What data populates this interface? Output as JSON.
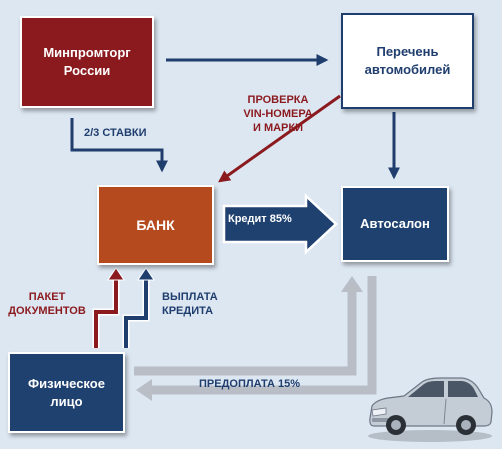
{
  "nodes": {
    "minpromtorg": [
      "Минпромторг",
      "России"
    ],
    "perechen": [
      "Перечень",
      "автомобилей"
    ],
    "bank": "БАНК",
    "avtosalon": "Автосалон",
    "fizlico": [
      "Физическое",
      "лицо"
    ]
  },
  "labels": {
    "stavki": "2/3 СТАВКИ",
    "proverka": [
      "ПРОВЕРКА",
      "VIN-НОМЕРА",
      "И МАРКИ"
    ],
    "kredit": "Кредит 85%",
    "paket": [
      "ПАКЕТ",
      "ДОКУМЕНТОВ"
    ],
    "vyplata": [
      "ВЫПЛАТА",
      "КРЕДИТА"
    ],
    "predoplata": "ПРЕДОПЛАТА 15%"
  },
  "colors": {
    "background": "#dde7f2",
    "navy": "#1f3e6e",
    "maroon": "#8b1a1f",
    "bank_orange": "#b54a1e",
    "grey_arrow": "#b9bec6"
  },
  "icons": {
    "car": "car-icon"
  }
}
